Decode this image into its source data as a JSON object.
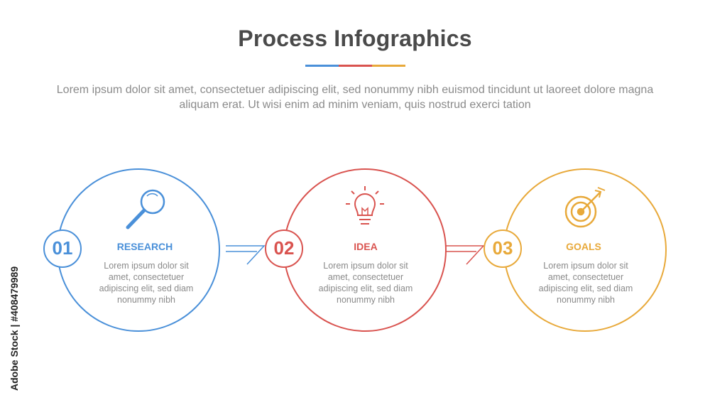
{
  "header": {
    "title": "Process Infographics",
    "bar_colors": [
      "#4a90d9",
      "#d9534f",
      "#e8a93a"
    ]
  },
  "intro_text": "Lorem ipsum dolor sit amet, consectetuer adipiscing elit, sed nonummy nibh euismod tincidunt ut laoreet dolore magna aliquam erat. Ut wisi enim ad minim veniam, quis nostrud exerci tation",
  "steps": [
    {
      "number": "01",
      "label": "RESEARCH",
      "icon": "magnifier-icon",
      "color": "#4a90d9",
      "description": "Lorem ipsum dolor sit amet, consectetuer adipiscing elit, sed diam nonummy nibh"
    },
    {
      "number": "02",
      "label": "IDEA",
      "icon": "lightbulb-icon",
      "color": "#d9534f",
      "description": "Lorem ipsum dolor sit amet, consectetuer adipiscing elit, sed diam nonummy nibh"
    },
    {
      "number": "03",
      "label": "GOALS",
      "icon": "target-icon",
      "color": "#e8a93a",
      "description": "Lorem ipsum dolor sit amet, consectetuer adipiscing elit, sed diam nonummy nibh"
    }
  ],
  "watermark": "Adobe Stock | #408479989"
}
